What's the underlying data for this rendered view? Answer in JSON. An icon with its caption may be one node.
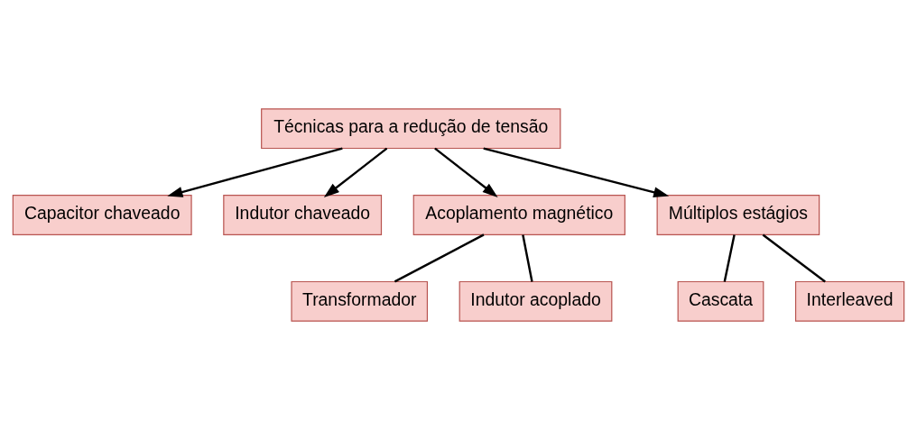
{
  "diagram": {
    "nodes": [
      {
        "text": [
          "Técnicas para a redução de tensão"
        ]
      },
      {
        "text": [
          "Capacitor chaveado"
        ]
      },
      {
        "text": [
          "Indutor chaveado"
        ]
      },
      {
        "text": [
          "Acoplamento magnético"
        ]
      },
      {
        "text": [
          "Múltiplos estágios"
        ]
      },
      {
        "text": [
          "Cascata"
        ]
      },
      {
        "text": [
          "Transformador"
        ]
      },
      {
        "text": [
          "Indutor acoplado"
        ]
      },
      {
        "text": [
          "Interleaved"
        ]
      }
    ],
    "edges": [
      {
        "from": 0,
        "to": 1,
        "arrow": "to"
      },
      {
        "from": 0,
        "to": 2,
        "arrow": "to"
      },
      {
        "from": 0,
        "to": 3,
        "arrow": "to"
      },
      {
        "from": 0,
        "to": 4,
        "arrow": "to"
      },
      {
        "from": 3,
        "to": 6,
        "arrow": "none"
      },
      {
        "from": 3,
        "to": 7,
        "arrow": "none"
      },
      {
        "from": 4,
        "to": 5,
        "arrow": "none"
      },
      {
        "from": 4,
        "to": 8,
        "arrow": "none"
      }
    ]
  }
}
